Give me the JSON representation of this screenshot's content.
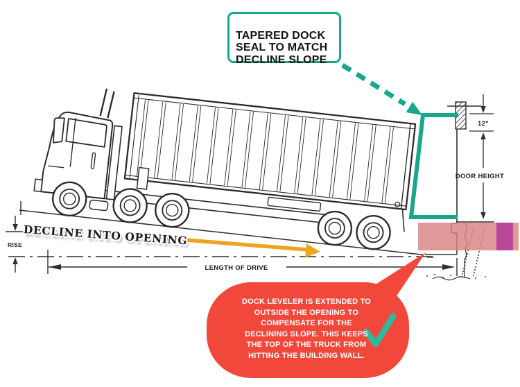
{
  "callout": {
    "text": "TAPERED DOCK\nSEAL TO MATCH\nDECLINE SLOPE"
  },
  "labels": {
    "decline_into_opening": "DECLINE INTO OPENING",
    "rise": "RISE",
    "length_of_drive": "LENGTH OF DRIVE",
    "door_height": "DOOR HEIGHT",
    "seal_head_depth": "12\""
  },
  "note_bubble": {
    "text": "DOCK LEVELER IS EXTENDED TO\nOUTSIDE THE OPENING TO\nCOMPENSATE FOR THE\nDECLINING SLOPE.  THIS KEEPS\nTHE TOP OF THE TRUCK FROM\nHITTING THE BUILDING WALL."
  },
  "icons": {
    "checkmark": "check-icon",
    "seal_pointer": "dashed-arrow-icon",
    "drive_direction": "orange-arrow-icon"
  },
  "colors": {
    "teal": "#18A68C",
    "alert_red": "#F2483C",
    "leveler_pink": "#DB8181",
    "leveler_magenta": "#B13A98",
    "drive_arrow_orange": "#EBA51F",
    "check_green": "#2CBBA1",
    "line_ink": "#2e2e2e"
  }
}
